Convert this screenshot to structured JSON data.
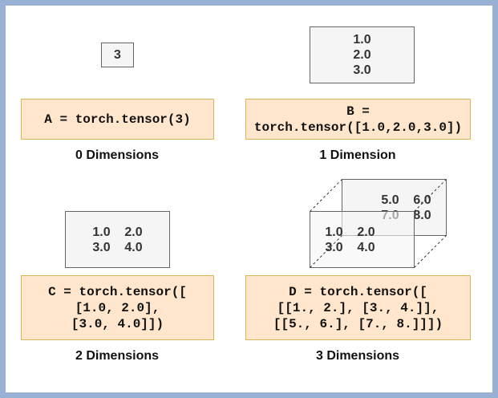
{
  "panels": {
    "a": {
      "values": [
        "3"
      ],
      "code": [
        "A = torch.tensor(3)"
      ],
      "label": "0 Dimensions"
    },
    "b": {
      "values": [
        "1.0",
        "2.0",
        "3.0"
      ],
      "code": [
        "B =",
        "torch.tensor([1.0,2.0,3.0])"
      ],
      "label": "1 Dimension"
    },
    "c": {
      "values": [
        [
          "1.0",
          "2.0"
        ],
        [
          "3.0",
          "4.0"
        ]
      ],
      "code": [
        "C = torch.tensor([",
        "[1.0, 2.0],",
        "[3.0, 4.0]])"
      ],
      "label": "2 Dimensions"
    },
    "d": {
      "back": [
        [
          "5.0",
          "6.0"
        ],
        [
          "7.0",
          "8.0"
        ]
      ],
      "front": [
        [
          "1.0",
          "2.0"
        ],
        [
          "3.0",
          "4.0"
        ]
      ],
      "code": [
        "D = torch.tensor([",
        "[[1., 2.], [3., 4.]],",
        "[[5., 6.], [7., 8.]]])"
      ],
      "label": "3 Dimensions"
    }
  },
  "colors": {
    "code_fill": "#ffe6cc",
    "code_border": "#d6b656",
    "matrix_fill": "#f5f5f5",
    "frame": "#9ab1d6"
  }
}
